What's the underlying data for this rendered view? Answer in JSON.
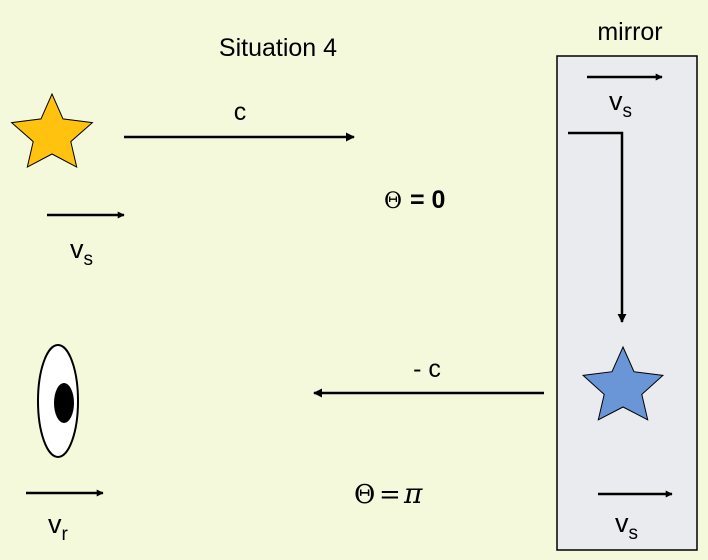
{
  "title": "Situation 4",
  "mirror": {
    "label": "mirror",
    "fill": "#e9ebee"
  },
  "source_star": {
    "color": "#ffc20e"
  },
  "reflected_star": {
    "color": "#6a96d8"
  },
  "labels": {
    "incoming_velocity": "c",
    "outgoing_velocity": "- c",
    "angle_incoming_symbol": "Θ",
    "angle_incoming_value": "= 0",
    "angle_outgoing_symbol": "Θ",
    "angle_outgoing_equals": "=",
    "angle_outgoing_value": "π",
    "source_velocity_v": "v",
    "source_velocity_sub": "s",
    "mirror_velocity_top_v": "v",
    "mirror_velocity_top_sub": "s",
    "mirror_velocity_bottom_v": "v",
    "mirror_velocity_bottom_sub": "s",
    "receiver_velocity_v": "v",
    "receiver_velocity_sub": "r"
  },
  "icons": {
    "source": "star-icon",
    "image": "star-icon",
    "observer": "eye-icon"
  }
}
